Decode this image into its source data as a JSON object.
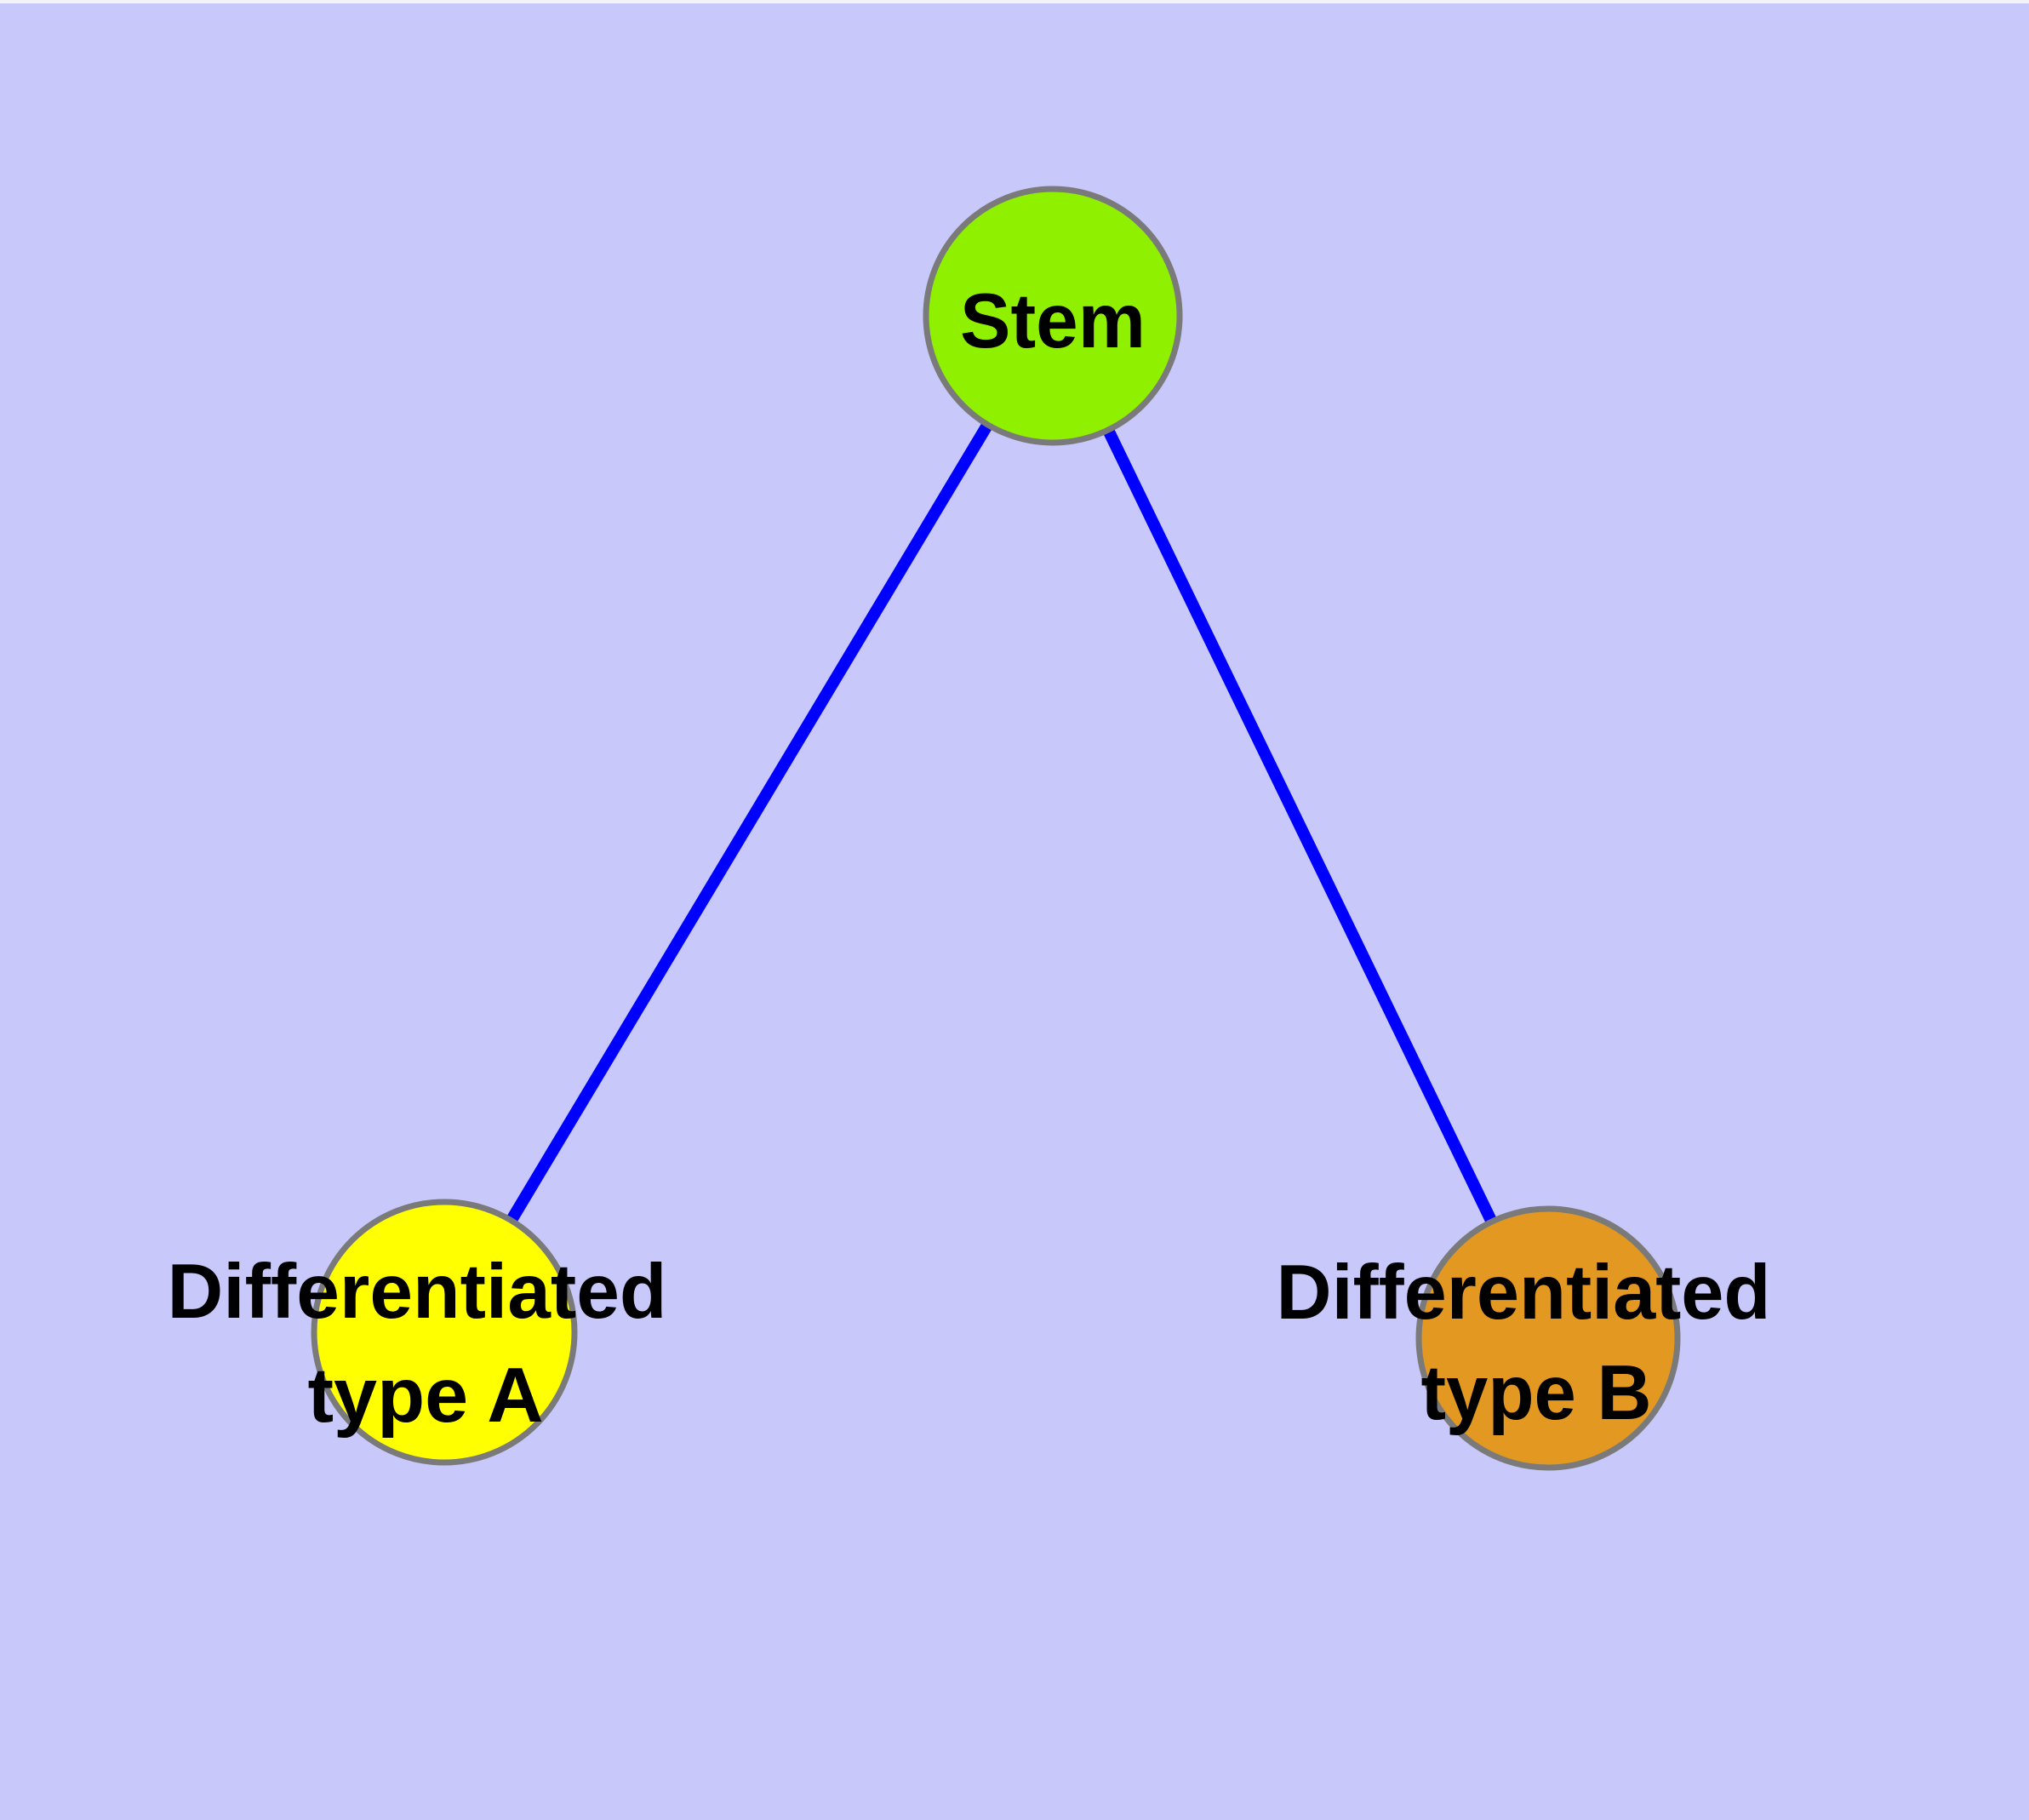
{
  "diagram": {
    "type": "node-link-graph",
    "background_color": "#c8c8fa",
    "top_edge_artifact_color": "#f4f4f8",
    "edge_color": "#0000ff",
    "node_border_color": "#7a7a7a",
    "label_color": "#000000",
    "nodes": [
      {
        "id": "stem",
        "label": "Stem",
        "line1": "Stem",
        "line2": "",
        "fill": "#8ff000"
      },
      {
        "id": "differentiated-type-a",
        "label": "Differentiated type A",
        "line1": "Differentiated",
        "line2": "type A",
        "fill": "#ffff00"
      },
      {
        "id": "differentiated-type-b",
        "label": "Differentiated type B",
        "line1": "Differentiated",
        "line2": "type B",
        "fill": "#e29821"
      }
    ],
    "edges": [
      {
        "from": "Stem",
        "to": "Differentiated type A"
      },
      {
        "from": "Stem",
        "to": "Differentiated type B"
      }
    ]
  }
}
